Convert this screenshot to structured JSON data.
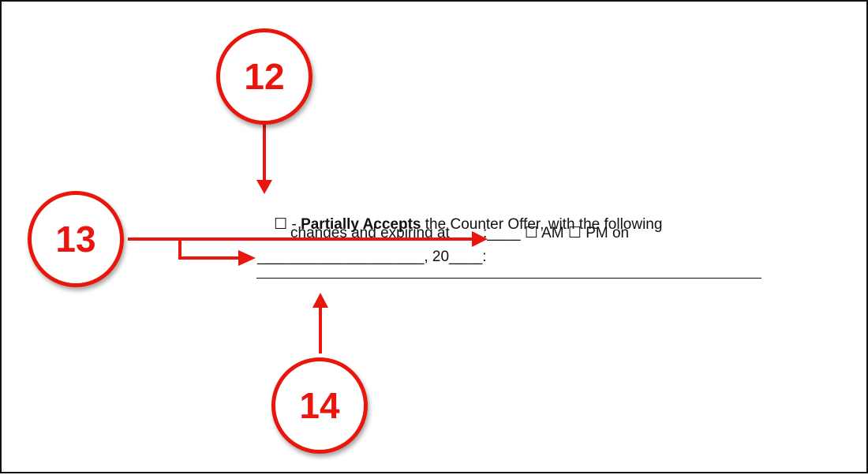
{
  "form": {
    "checkbox_glyph": "☐",
    "line1_dash": " - ",
    "line1_bold": "Partially Accepts",
    "line1_rest": " the Counter Offer, with the following",
    "line2": "changes and expiring at____:____ ☐ AM ☐ PM on",
    "line3": "____________________, 20____:"
  },
  "callouts": [
    {
      "label": "12"
    },
    {
      "label": "13"
    },
    {
      "label": "14"
    }
  ],
  "colors": {
    "callout_red": "#e8160c",
    "text": "#111111"
  }
}
